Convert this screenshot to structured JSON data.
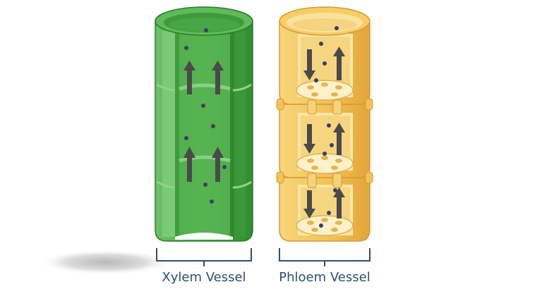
{
  "labels": {
    "xylem": "Xylem Vessel",
    "phloem": "Phloem Vessel"
  },
  "colors": {
    "xylem_light": "#7fcb7a",
    "xylem_mid": "#4fae4a",
    "xylem_dark": "#2e8a2c",
    "phloem_light": "#fbe39a",
    "phloem_mid": "#f5c95a",
    "phloem_dark": "#e3a73a",
    "arrow": "#4a4a4a",
    "particle": "#3a3f6a",
    "bracket": "#2f4f6f"
  },
  "icons": {
    "xylem": "xylem-vessel-diagram",
    "phloem": "phloem-vessel-diagram"
  }
}
